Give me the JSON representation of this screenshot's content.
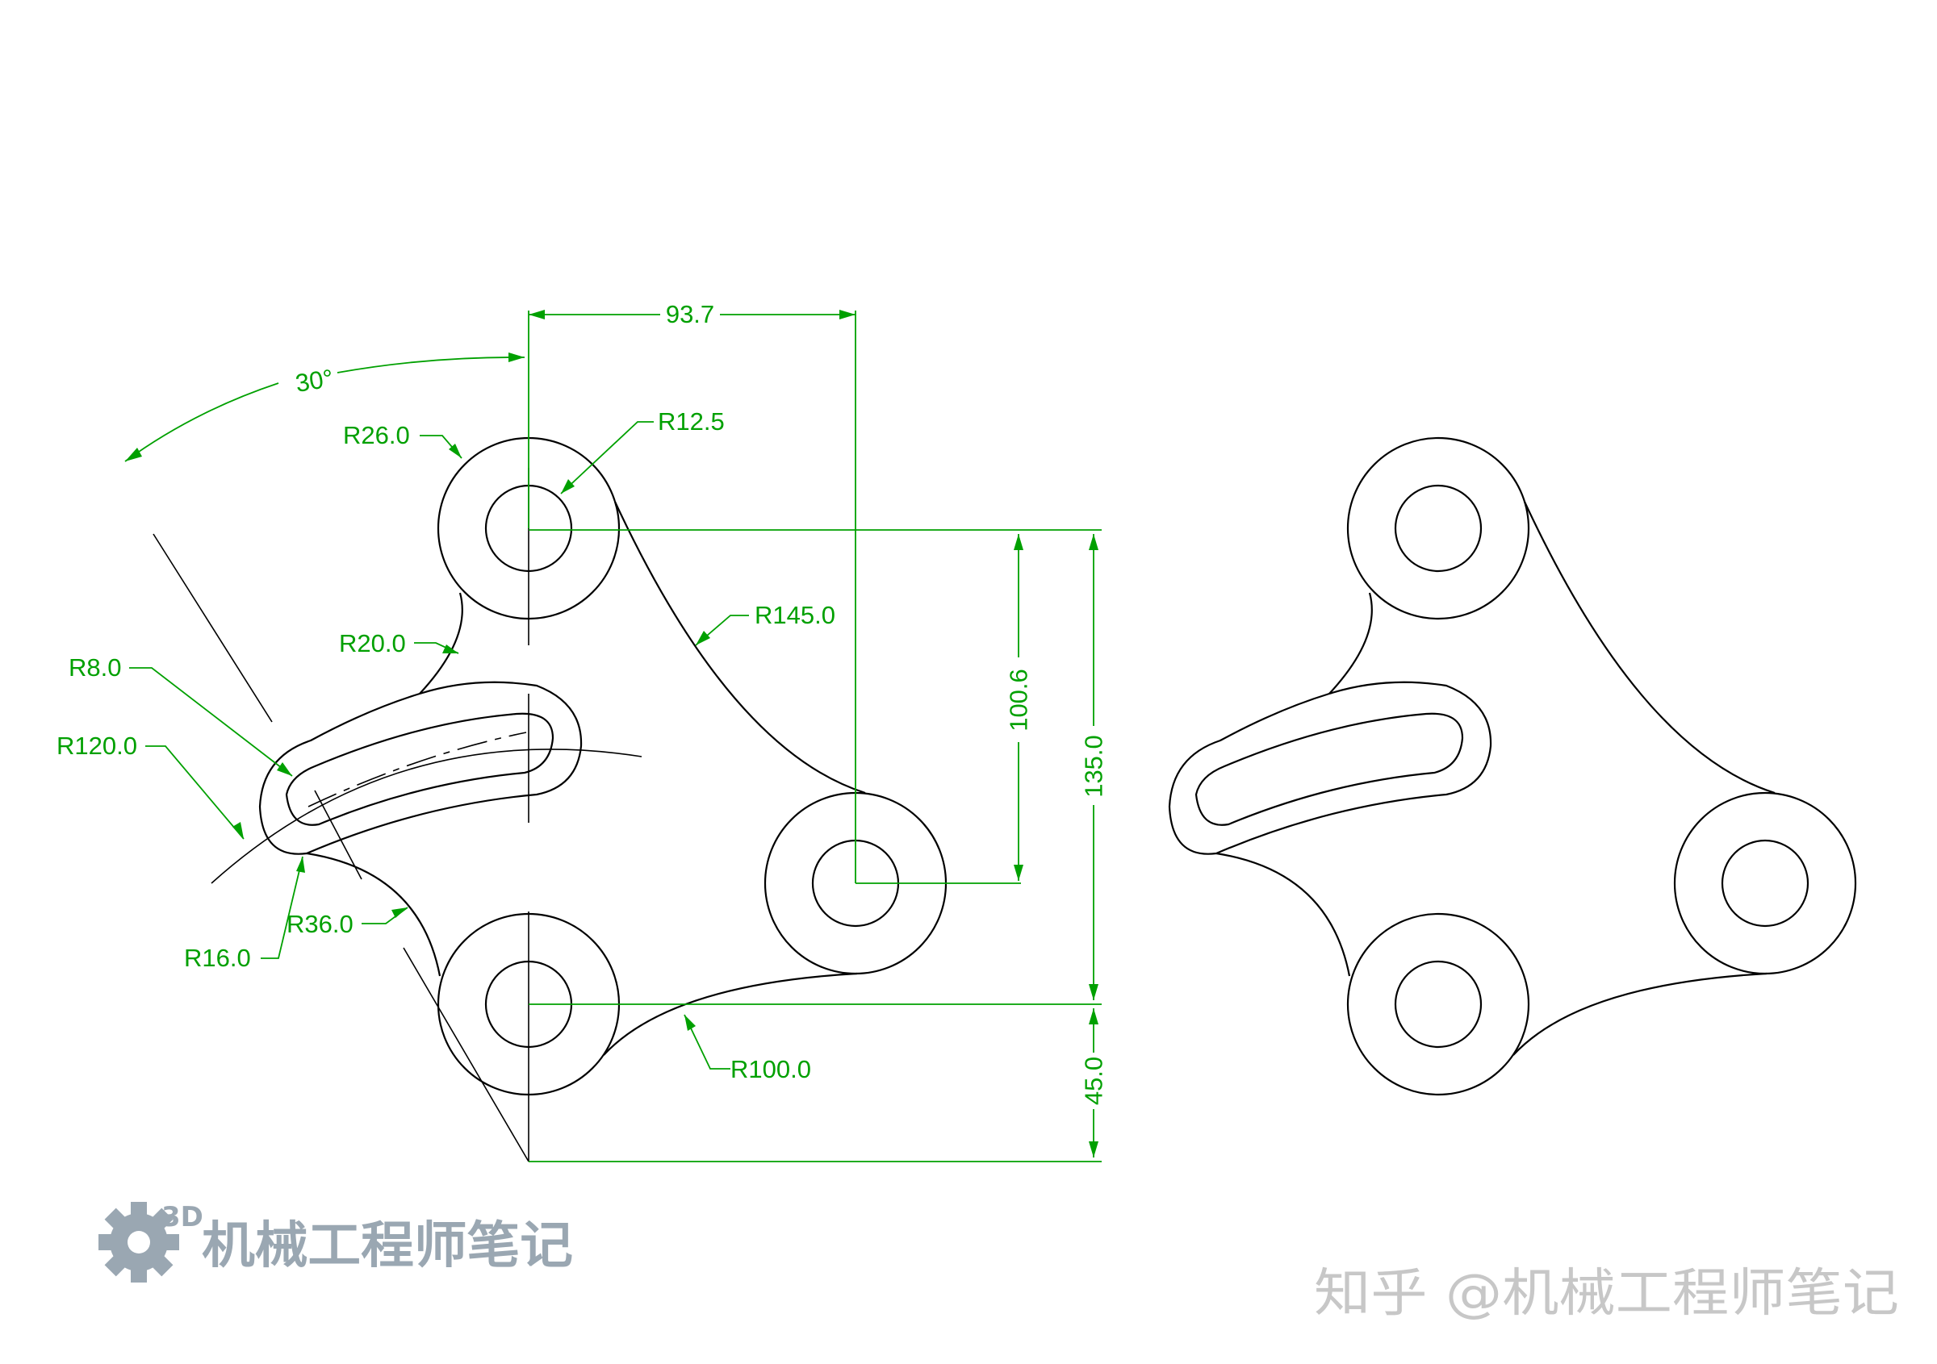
{
  "colors": {
    "outline": "#000000",
    "dimension": "#00a000",
    "watermark": "#9aa7b2",
    "watermark_right": "#c7c7c7"
  },
  "dimensions": {
    "horizontal_93_7": "93.7",
    "angle_30": "30°",
    "radius_12_5": "R12.5",
    "radius_26": "R26.0",
    "radius_145": "R145.0",
    "radius_20": "R20.0",
    "radius_8": "R8.0",
    "radius_120": "R120.0",
    "vertical_100_6": "100.6",
    "vertical_135": "135.0",
    "radius_36": "R36.0",
    "radius_16": "R16.0",
    "radius_100": "R100.0",
    "vertical_45": "45.0"
  },
  "watermarks": {
    "logo_badge": "3D",
    "logo_text": "机械工程师笔记",
    "zhihu": "知乎 @机械工程师笔记"
  },
  "icons": {
    "logo": "gear-icon"
  }
}
